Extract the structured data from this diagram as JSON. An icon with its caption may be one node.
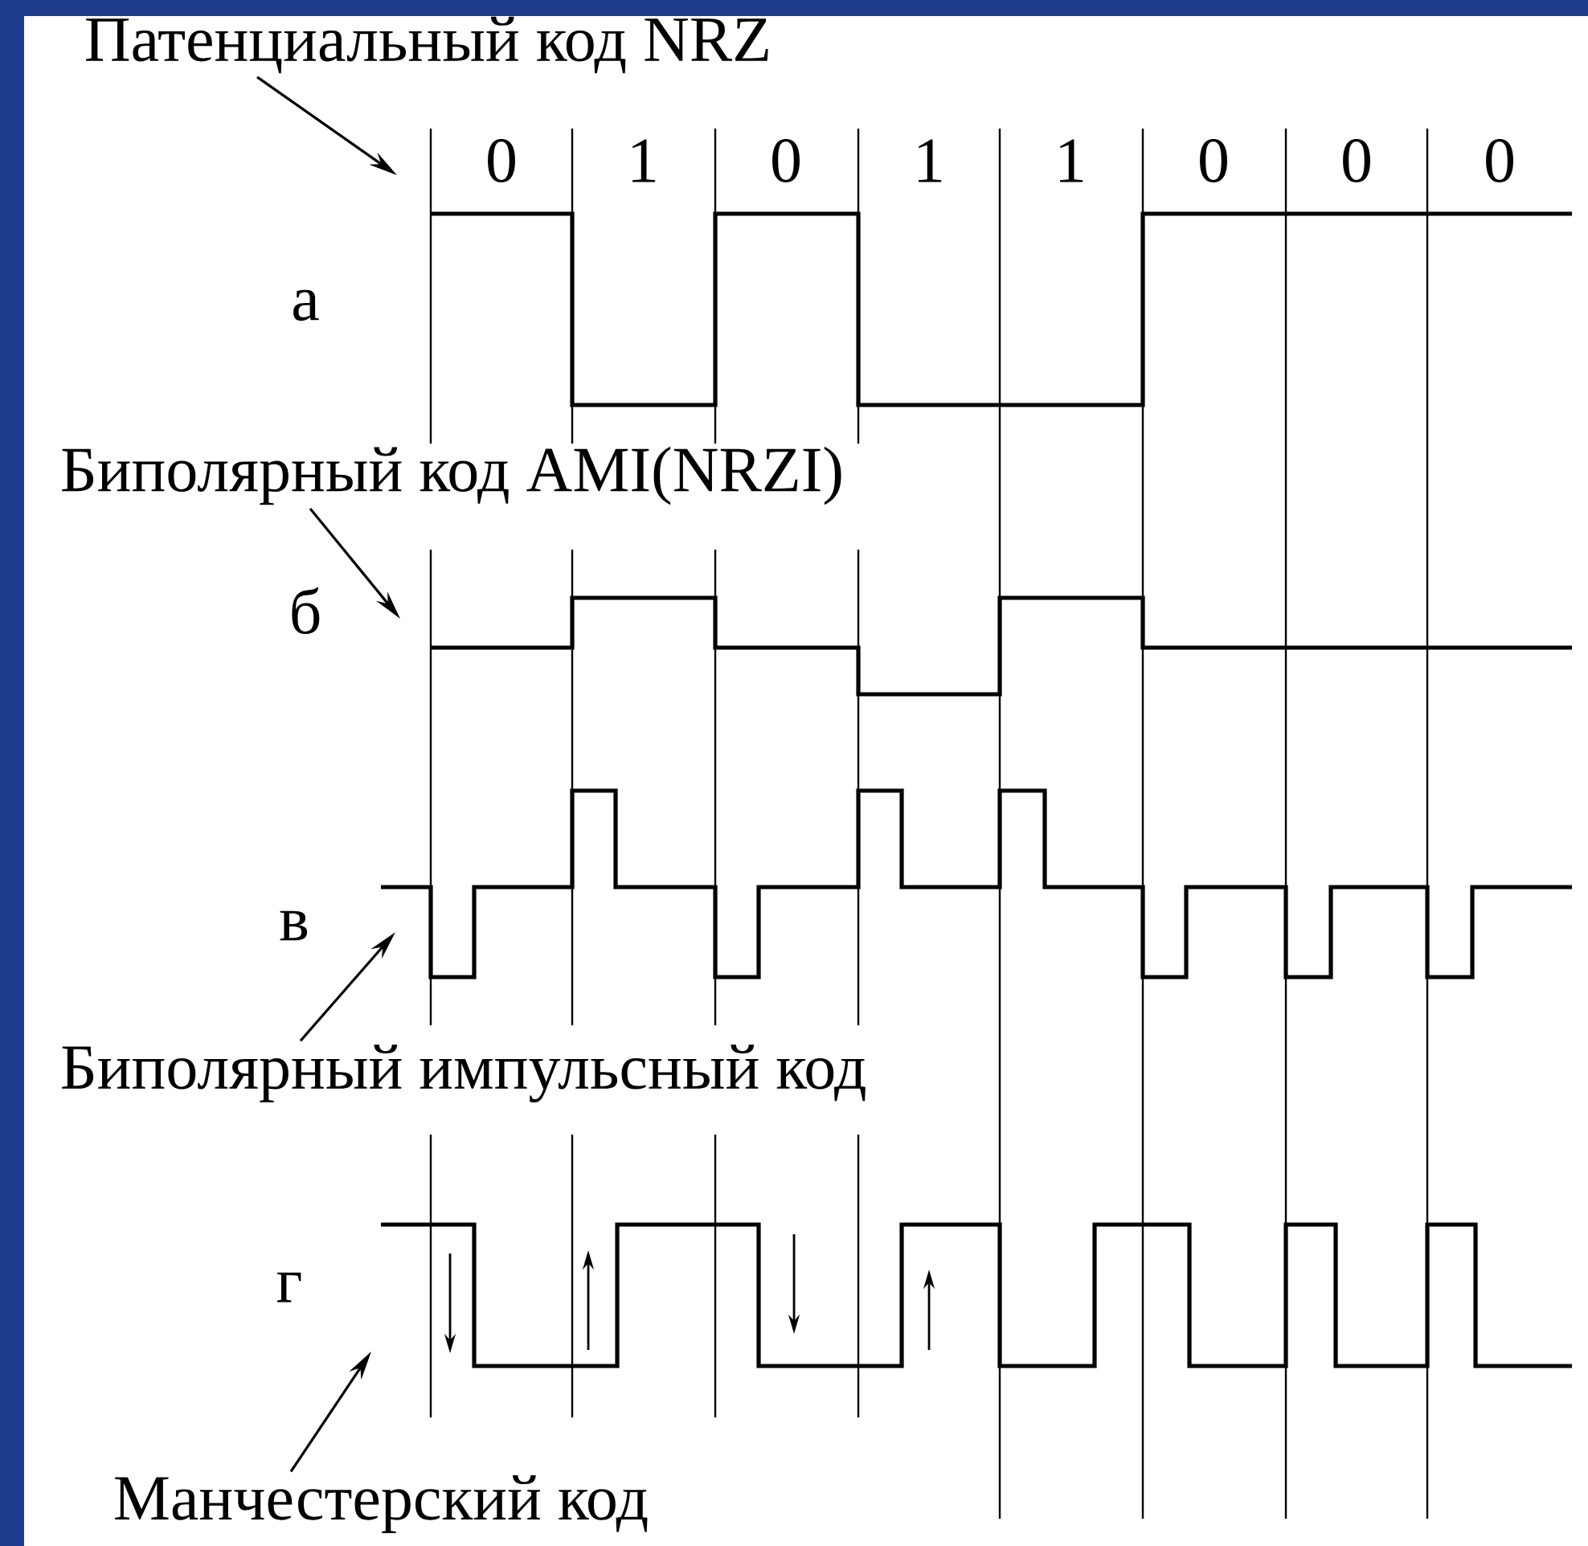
{
  "diagram": {
    "nodes": [
      {
        "text": [
          "Патенциальный код NRZ"
        ]
      },
      {
        "text": [
          "Биполярный код AMI(NRZI)"
        ]
      },
      {
        "text": [
          "Биполярный импульсный код"
        ]
      },
      {
        "text": [
          "Манчестерский код"
        ]
      }
    ],
    "edges": [
      {
        "from": 0,
        "to": null,
        "arrow": "to"
      },
      {
        "from": 1,
        "to": null,
        "arrow": "to"
      },
      {
        "from": 2,
        "to": null,
        "arrow": "to"
      },
      {
        "from": 3,
        "to": null,
        "arrow": "to"
      }
    ],
    "labels": [
      "0",
      "1",
      "0",
      "1",
      "1",
      "0",
      "0",
      "0",
      "а",
      "б",
      "в",
      "г"
    ]
  }
}
